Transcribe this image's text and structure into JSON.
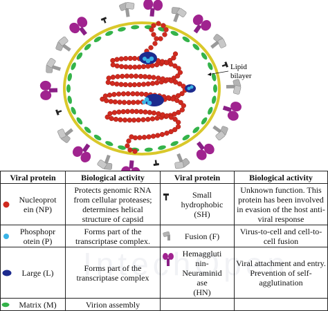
{
  "figure": {
    "lipid_label": "Lipid\nbilayer"
  },
  "table": {
    "headers": [
      "Viral protein",
      "Biological activity",
      "Viral protein",
      "Biological activity"
    ],
    "left": [
      {
        "icon": "nucleoprotein-icon",
        "name": "Nucleoprot\nein (NP)",
        "activity": "Protects genomic RNA from cellular proteases; determines helical structure of capsid"
      },
      {
        "icon": "phosphoprotein-icon",
        "name": "Phosphopr\notein (P)",
        "activity": "Forms part of the transcriptase complex."
      },
      {
        "icon": "large-protein-icon",
        "name": "Large (L)",
        "activity": "Forms part of the transcriptase complex"
      },
      {
        "icon": "matrix-protein-icon",
        "name": "Matrix (M)",
        "activity": "Virion assembly"
      }
    ],
    "right": [
      {
        "icon": "small-hydrophobic-icon",
        "name": "Small\nhydrophobic\n(SH)",
        "activity": "Unknown function. This protein has been involved in evasion of the host anti-viral response"
      },
      {
        "icon": "fusion-protein-icon",
        "name": "Fusion (F)",
        "activity": "Virus-to-cell and cell-to-cell fusion"
      },
      {
        "icon": "hn-protein-icon",
        "name": "Hemaggluti\nnin-\nNeuraminid\nase\n(HN)",
        "activity": "Viral attachment and entry. Prevention of self-agglutination"
      }
    ]
  },
  "watermark": "IntechOpen"
}
